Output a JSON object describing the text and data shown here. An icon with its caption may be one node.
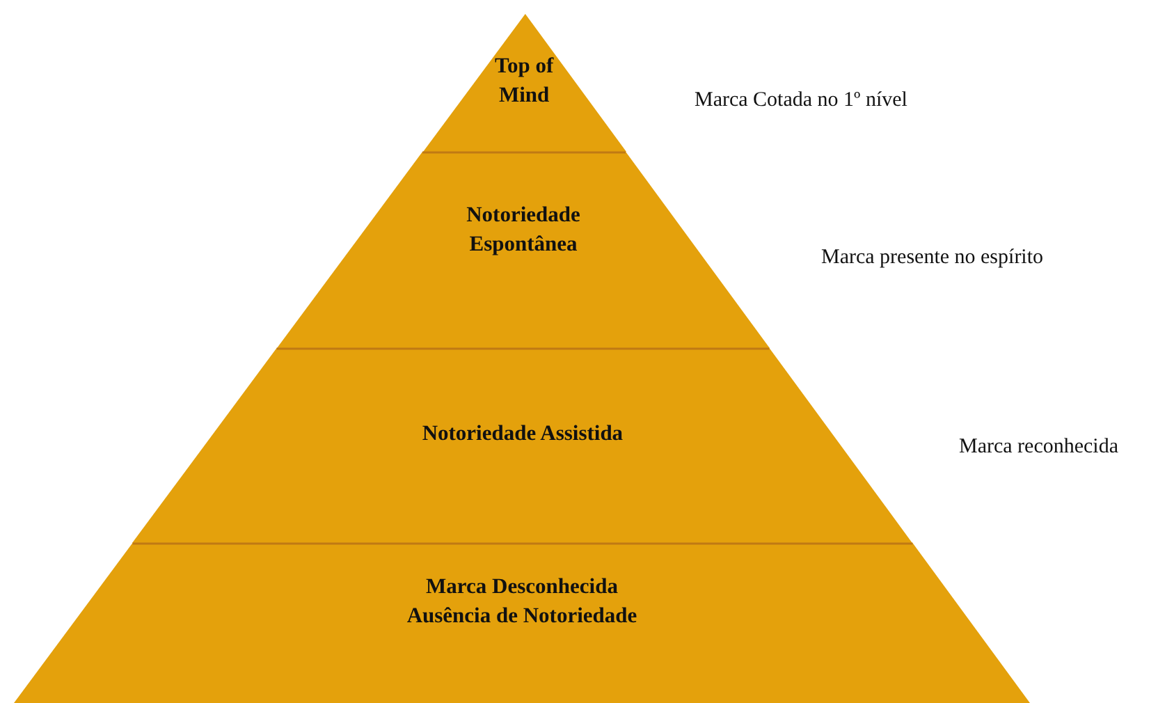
{
  "diagram": {
    "nodes": [
      {
        "text": [
          "Top of Mind"
        ],
        "beside": [
          "Marca Cotada no 1º nível"
        ]
      },
      {
        "text": [
          "Notoriedade Espontânea"
        ],
        "beside": [
          "Marca presente no espírito"
        ]
      },
      {
        "text": [
          "Notoriedade Assistida"
        ],
        "beside": [
          "Marca reconhecida"
        ]
      },
      {
        "text": [
          "Marca Desconhecida",
          "Ausência de Notoriedade"
        ]
      }
    ]
  }
}
